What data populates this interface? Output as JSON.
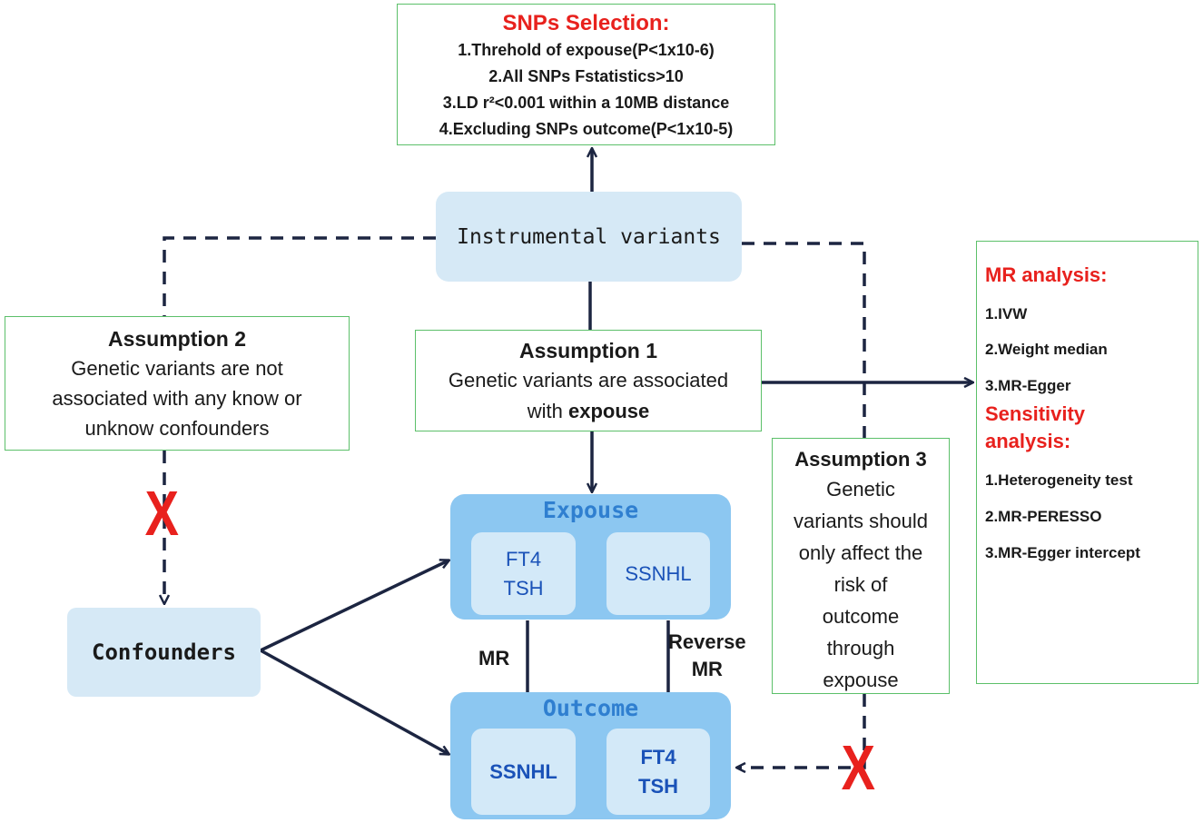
{
  "snps": {
    "title": "SNPs Selection:",
    "items": [
      "1.Threhold of expouse(P<1x10-6)",
      "2.All SNPs Fstatistics>10",
      "3.LD r²<0.001 within a 10MB distance",
      "4.Excluding SNPs outcome(P<1x10-5)"
    ]
  },
  "instrumental": {
    "label": "Instrumental variants"
  },
  "assumption1": {
    "title": "Assumption 1",
    "line1": "Genetic variants are associated",
    "line2_prefix": "with ",
    "line2_bold": "expouse"
  },
  "assumption2": {
    "title": "Assumption 2",
    "lines": [
      "Genetic variants are not",
      "associated with any know or",
      "unknow confounders"
    ]
  },
  "assumption3": {
    "title": "Assumption 3",
    "lines": [
      "Genetic",
      "variants should",
      "only affect the",
      "risk of",
      "outcome",
      "through",
      "expouse"
    ]
  },
  "mr_analysis": {
    "title": "MR analysis:",
    "items": [
      "1.IVW",
      "2.Weight median",
      "3.MR-Egger"
    ],
    "sensitivity_title_1": "Sensitivity",
    "sensitivity_title_2": "analysis:",
    "sensitivity_items": [
      "1.Heterogeneity test",
      "2.MR-PERESSO",
      "3.MR-Egger intercept"
    ]
  },
  "exposure": {
    "title": "Expouse",
    "box1": [
      "FT4",
      "TSH"
    ],
    "box2": [
      "SSNHL"
    ]
  },
  "outcome": {
    "title": "Outcome",
    "box1": [
      "SSNHL"
    ],
    "box2": [
      "FT4",
      "TSH"
    ]
  },
  "confounders": {
    "label": "Confounders"
  },
  "labels": {
    "mr": "MR",
    "reverse_mr_1": "Reverse",
    "reverse_mr_2": "MR"
  },
  "marks": {
    "x": "X"
  },
  "colors": {
    "accent_red": "#e8211d",
    "box_border": "#5cc06a",
    "container": "#8cc7f1",
    "inner": "#d3e9f8",
    "arrow": "#1c2541"
  }
}
